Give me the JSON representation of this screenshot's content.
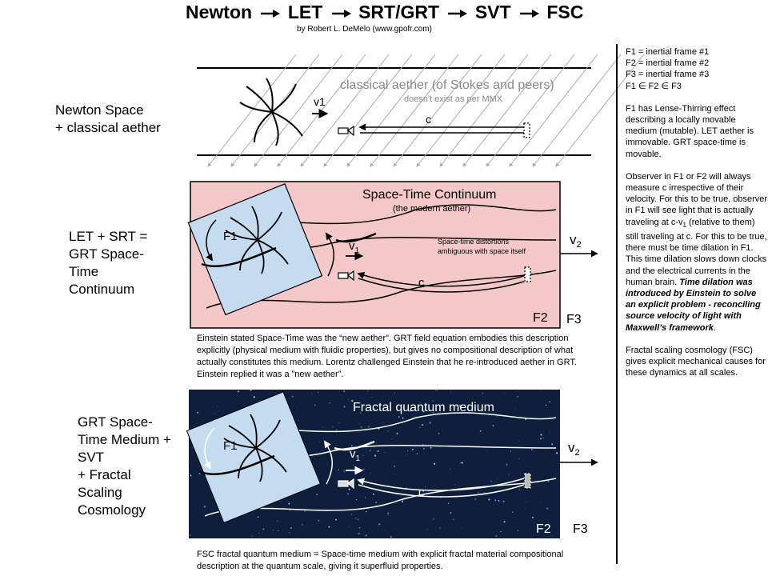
{
  "title": {
    "parts": [
      "Newton",
      "LET",
      "SRT/GRT",
      "SVT",
      "FSC"
    ]
  },
  "byline": "by Robert L. DeMelo (www.gpofr.com)",
  "labels": {
    "row1": "Newton Space\n+ classical aether",
    "row2": "LET + SRT =\nGRT  Space-\nTime\nContinuum",
    "row3": "GRT  Space-\nTime Medium +\nSVT\n+ Fractal\nScaling\nCosmology"
  },
  "panel1": {
    "title": "classical aether (of Stokes and peers)",
    "subtitle": "doesn't exist as per MMX",
    "v_label": "v1",
    "c_label": "c"
  },
  "panel2": {
    "title": "Space-Time Continuum",
    "subtitle": "(the modern aether)",
    "f1": "F1",
    "v_main": "v",
    "v_sub": "1",
    "c_label": "c",
    "note_line1": "Space-time distortions",
    "note_line2": "ambiguous with space itself",
    "f2": "F2",
    "f3": "F3",
    "v2_main": "v",
    "v2_sub": "2",
    "bg": "#f4c8c8"
  },
  "caption2": "Einstein stated Space-Time was the “new aether”. GRT field equation embodies this description explicitly (physical medium with fluidic properties), but gives no compositional description of what actually constitutes this medium. Lorentz challenged Einstein that he re-introduced aether in GRT. Einstein replied it was a ”new aether”.",
  "panel3": {
    "title": "Fractal quantum medium",
    "f1": "F1",
    "v_main": "v",
    "v_sub": "1",
    "c_label": "c",
    "f2": "F2",
    "f3": "F3",
    "v2_main": "v",
    "v2_sub": "2",
    "bg": "#0e1e3c"
  },
  "caption3": "FSC fractal quantum medium = Space-time medium with explicit fractal material compositional description at the quantum scale, giving it superfluid properties.",
  "side": {
    "def1": "F1 = inertial frame #1",
    "def2": "F2 = inertial frame #2",
    "def3": "F3 = inertial frame #3",
    "def4": "F1 ∈ F2 ∈ F3",
    "para1": "F1 has Lense-Thirring effect describing a locally movable medium (mutable). LET aether is immovable. GRT space-time is movable.",
    "para2a": "Observer in F1 or F2 will always measure c irrespective of their velocity. For this to be true, observer in F1 will see light that is actually traveling at c-v",
    "para2_sub": "1",
    "para2b": " (relative to them) still traveling at c. For this to be true, there must be time dilation in F1. This time dilation slows down clocks and the electrical currents in the human brain. ",
    "para2_emph": "Time dilation was introduced by Einstein to solve an explicit problem - reconciling source velocity of light with Maxwell’s framework",
    "para2_end": ".",
    "para3": "Fractal scaling cosmology (FSC) gives explicit mechanical causes for these dynamics at all scales."
  }
}
